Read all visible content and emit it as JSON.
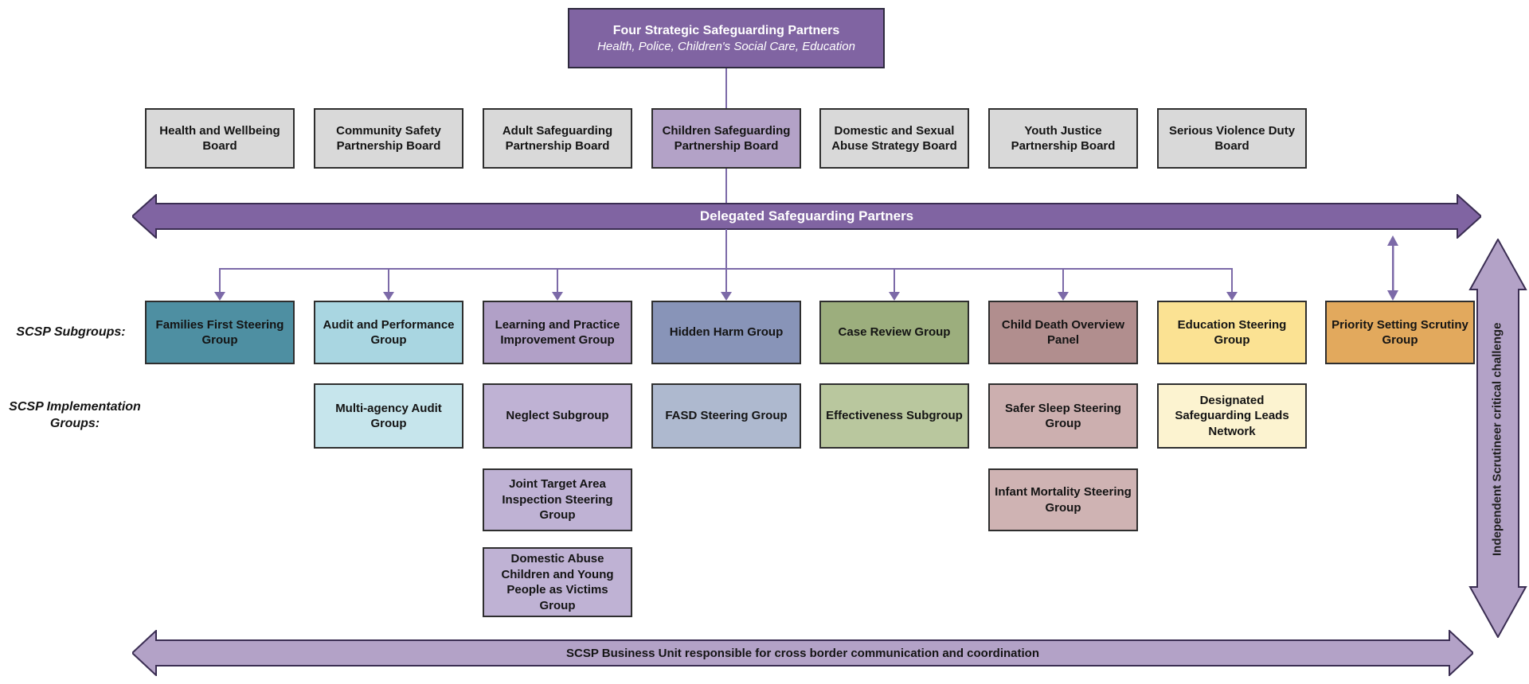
{
  "top_box": {
    "title": "Four Strategic Safeguarding Partners",
    "subtitle": "Health, Police, Children's Social Care, Education",
    "bg": "#8064A2"
  },
  "boards": [
    {
      "label": "Health and Wellbeing Board",
      "bg": "#D9D9D9"
    },
    {
      "label": "Community Safety Partnership Board",
      "bg": "#D9D9D9"
    },
    {
      "label": "Adult Safeguarding Partnership Board",
      "bg": "#D9D9D9"
    },
    {
      "label": "Children Safeguarding Partnership Board",
      "bg": "#B3A2C7"
    },
    {
      "label": "Domestic and Sexual Abuse Strategy Board",
      "bg": "#D9D9D9"
    },
    {
      "label": "Youth Justice Partnership Board",
      "bg": "#D9D9D9"
    },
    {
      "label": "Serious Violence Duty Board",
      "bg": "#D9D9D9"
    }
  ],
  "delegated_banner": {
    "label": "Delegated Safeguarding Partners",
    "bg": "#8064A2"
  },
  "row_labels": {
    "subgroups": "SCSP Subgroups:",
    "implementation": "SCSP Implementation Groups:"
  },
  "subgroups": [
    {
      "label": "Families First Steering Group",
      "bg": "#4E8FA2"
    },
    {
      "label": "Audit and Performance Group",
      "bg": "#A9D6E1"
    },
    {
      "label": "Learning and Practice Improvement Group",
      "bg": "#B1A0C7"
    },
    {
      "label": "Hidden Harm Group",
      "bg": "#8894B8"
    },
    {
      "label": "Case Review Group",
      "bg": "#9CAE7D"
    },
    {
      "label": "Child Death Overview Panel",
      "bg": "#B18E8E"
    },
    {
      "label": "Education Steering Group",
      "bg": "#FBE293"
    },
    {
      "label": "Priority Setting Scrutiny Group",
      "bg": "#E2A95D"
    }
  ],
  "implementation_groups": [
    {
      "label": "Multi-agency Audit Group",
      "bg": "#C6E5EC"
    },
    {
      "label": "Neglect Subgroup",
      "bg": "#BFB2D4"
    },
    {
      "label": "FASD Steering Group",
      "bg": "#AEB9CF"
    },
    {
      "label": "Effectiveness Subgroup",
      "bg": "#B9C79E"
    },
    {
      "label": "Safer Sleep Steering Group",
      "bg": "#CCAFAF"
    },
    {
      "label": "Designated Safeguarding Leads Network",
      "bg": "#FCF3D0"
    }
  ],
  "tertiary_groups": [
    {
      "label": "Joint Target Area Inspection Steering Group",
      "bg": "#BFB2D4"
    },
    {
      "label": "Infant Mortality Steering Group",
      "bg": "#CFB3B3"
    }
  ],
  "quaternary_groups": [
    {
      "label": "Domestic Abuse Children and Young People as Victims Group",
      "bg": "#BFB2D4"
    }
  ],
  "bottom_banner": {
    "label": "SCSP Business Unit responsible for cross border communication and coordination",
    "bg": "#B3A2C7"
  },
  "scrutineer_arrow": {
    "label": "Independent Scrutineer critical challenge",
    "bg": "#B3A2C7"
  },
  "connector_color": "#7C6AA8"
}
